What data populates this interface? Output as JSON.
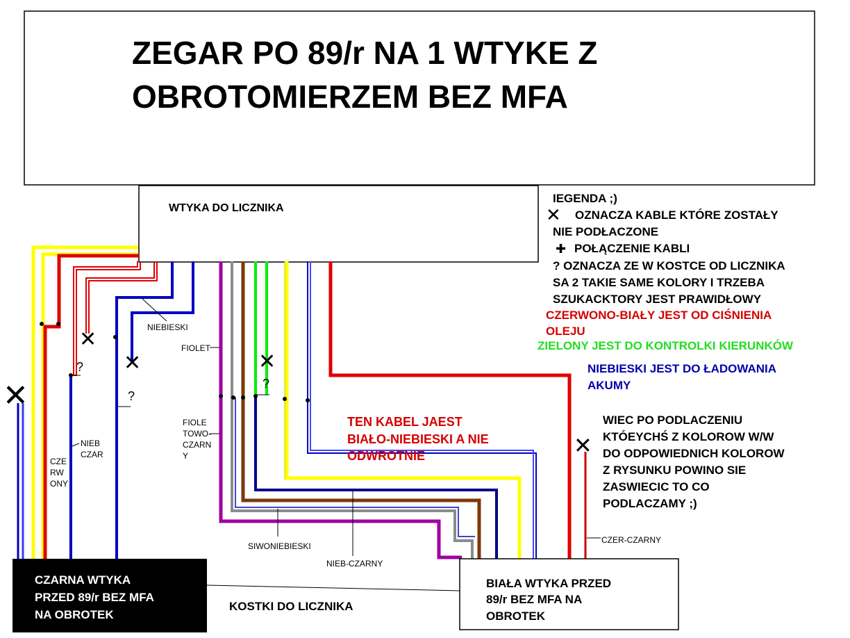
{
  "title": {
    "line1": "ZEGAR PO 89/r NA 1 WTYKE Z",
    "line2": "OBROTOMIERZEM BEZ MFA"
  },
  "connectors": {
    "top": "WTYKA DO LICZNIKA",
    "black": {
      "line1": "CZARNA WTYKA",
      "line2": "PRZED 89/r BEZ MFA",
      "line3": "NA OBROTEK"
    },
    "white": {
      "line1": "BIAŁA  WTYKA PRZED",
      "line2": "89/r BEZ MFA NA",
      "line3": "OBROTEK"
    },
    "link": "KOSTKI  DO LICZNIKA"
  },
  "legend": {
    "title": "IEGENDA ;)",
    "x_line1": "OZNACZA KABLE KTÓRE ZOSTAŁY",
    "x_line2": "NIE PODŁACZONE",
    "plus": "POŁĄCZENIE KABLI",
    "q_line1": "? OZNACZA ZE W KOSTCE OD LICZNIKA",
    "q_line2": "SA 2 TAKIE SAME KOLORY I TRZEBA",
    "q_line3": "SZUKACKTORY JEST PRAWIDŁOWY",
    "red_line1": "CZERWONO-BIAŁY JEST OD CIŚNIENIA",
    "red_line2": "OLEJU",
    "green": "ZIELONY JEST DO KONTROLKI KIERUNKÓW",
    "blue_line1": "NIEBIESKI JEST DO ŁADOWANIA",
    "blue_line2": "AKUMY",
    "note1": "TEN KABEL JAEST",
    "note2": "BIAŁO-NIEBIESKI A NIE",
    "note3": "ODWROTNIE",
    "final1": "WIEC PO PODLACZENIU",
    "final2": "KTÓEYCHŚ Z KOLOROW W/W",
    "final3": "DO  ODPOWIEDNICH KOLOROW",
    "final4": "Z RYSUNKU POWINO SIE",
    "final5": "ZASWIECIC TO CO",
    "final6": "PODLACZAMY ;)"
  },
  "wire_labels": {
    "niebieski": "NIEBIESKI",
    "fiolet": "FIOLET",
    "fiole1": "FIOLE",
    "fiole2": "TOWO-",
    "fiole3": "CZARN",
    "fiole4": "Y",
    "nieb1": "NIEB",
    "nieb2": "CZAR",
    "cze1": "CZE",
    "cze2": "RW",
    "cze3": "ONY",
    "siwo": "SIWONIEBIESKI",
    "niebczarny": "NIEB-CZARNY",
    "czerczarny": "CZER-CZARNY",
    "q": "?",
    "x": "✕",
    "plus": "✚"
  },
  "colors": {
    "yellow": "#ffff00",
    "red": "#e00000",
    "blue": "#0000c0",
    "navy": "#00008b",
    "purple": "#a000a0",
    "gray": "#8c8c8c",
    "brown": "#7a3a0a",
    "green": "#00ee00",
    "legend_red": "#d40000",
    "legend_green": "#22dd22",
    "legend_blue": "#0000aa"
  }
}
